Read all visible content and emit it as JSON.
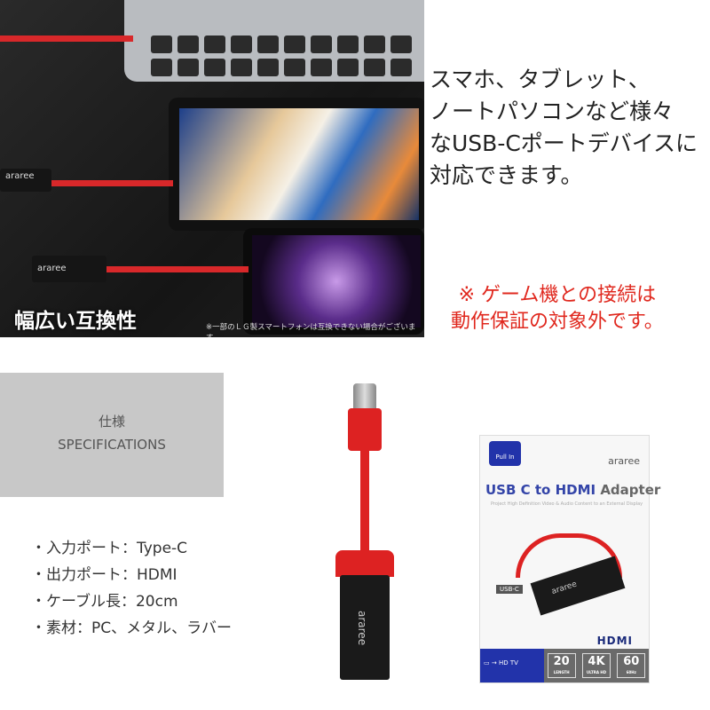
{
  "photo": {
    "headline": "幅広い互換性",
    "footnote": "※一部のＬＧ製スマートフォンは互換できない場合がございます。",
    "dongle_brand": "araree"
  },
  "description": [
    "スマホ、タブレット、",
    "ノートパソコンなど様々",
    "なUSB-Cポートデバイスに",
    "対応できます。"
  ],
  "warning": [
    "※ ゲーム機との接続は",
    "動作保証の対象外です。"
  ],
  "specs": {
    "title_jp": "仕様",
    "title_en": "SPECIFICATIONS",
    "items": [
      "・入力ポート：Type-C",
      "・出力ポート：HDMI",
      "・ケーブル長：20cm",
      "・素材：PC、メタル、ラバー"
    ]
  },
  "product": {
    "brand": "araree"
  },
  "package": {
    "pull_tab": "Pull In",
    "brand": "araree",
    "title_a": "USB C to HDMI ",
    "title_b": "Adapter",
    "subtitle": "Project High Definition Video & Audio Content to an External Display",
    "usbc_label": "USB-C",
    "hdmi_logo": "HDMI",
    "hdtv": "HD TV",
    "badges": [
      {
        "v": "20",
        "s": "LENGTH"
      },
      {
        "v": "4K",
        "s": "ULTRA HD"
      },
      {
        "v": "60",
        "s": "60Hz"
      }
    ]
  },
  "colors": {
    "accent_red": "#e0281e",
    "cable_red": "#d22222",
    "package_blue": "#2233aa"
  }
}
